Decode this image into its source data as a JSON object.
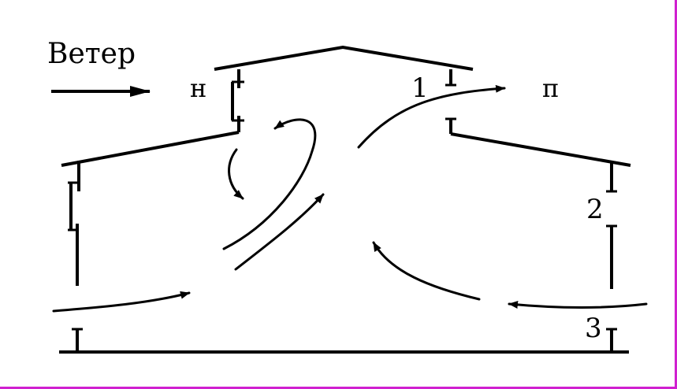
{
  "wind_label": "Ветер",
  "label_n": "н",
  "label_p": "п",
  "label_1": "1",
  "label_2": "2",
  "label_3": "3",
  "colors": {
    "ink": "#000000",
    "frame": "#d020d0",
    "background": "#ffffff"
  }
}
